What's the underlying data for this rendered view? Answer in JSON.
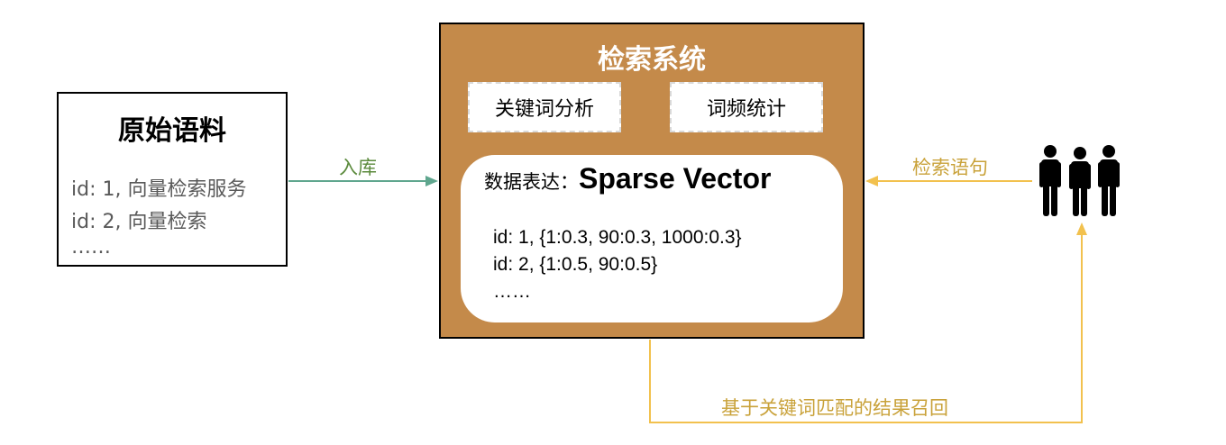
{
  "corpus": {
    "title": "原始语料",
    "lines": [
      "id: 1, 向量检索服务",
      "id: 2, 向量检索",
      "……"
    ]
  },
  "system": {
    "title": "检索系统",
    "modules": [
      "关键词分析",
      "词频统计"
    ],
    "data_repr_label": "数据表达：",
    "data_repr_value": "Sparse Vector",
    "vectors": [
      "id: 1, {1:0.3, 90:0.3, 1000:0.3}",
      "id: 2, {1:0.5, 90:0.5}",
      "……"
    ]
  },
  "arrows": {
    "ingest": "入库",
    "query": "检索语句",
    "recall": "基于关键词匹配的结果召回"
  },
  "users_icon": "users-icon",
  "colors": {
    "system_fill": "#c48a4a",
    "ingest_arrow": "#5fa68e",
    "ingest_text": "#5b8a3c",
    "query_arrow": "#f2c14e",
    "query_text": "#c9a23a"
  }
}
